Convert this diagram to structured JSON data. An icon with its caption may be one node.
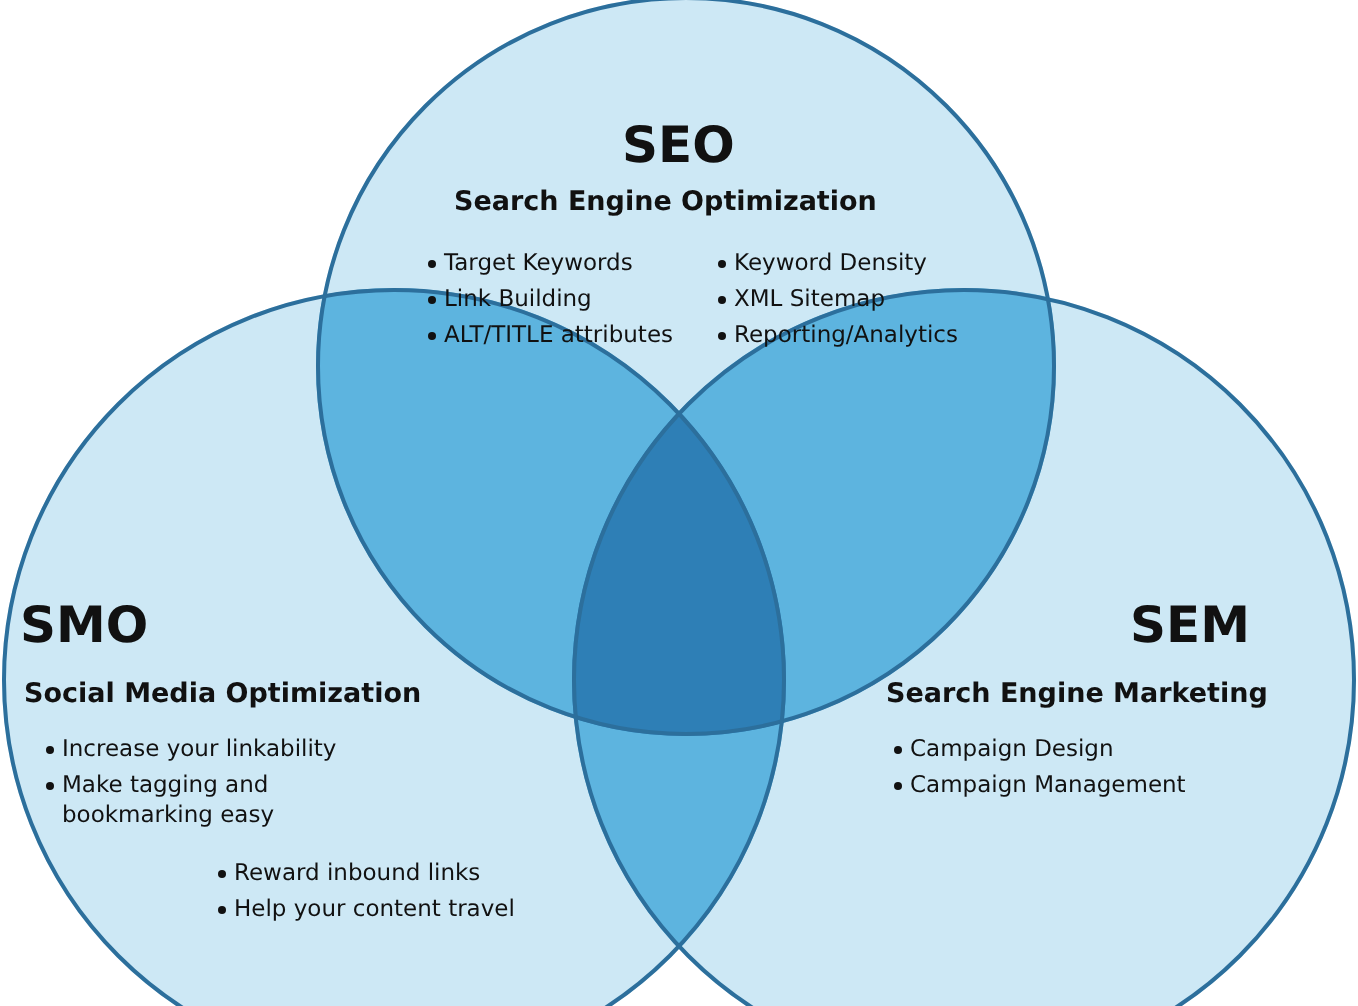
{
  "diagram": {
    "nodes": [
      {
        "text": [
          "SEO",
          "Search Engine Optimization",
          "Target Keywords",
          "Link Building",
          "ALT/TITLE attributes",
          "Keyword Density",
          "XML Sitemap",
          "Reporting/Analytics"
        ]
      },
      {
        "text": [
          "SMO",
          "Social Media Optimization",
          "Increase your linkability",
          "Make tagging and bookmarking easy",
          "Reward inbound links",
          "Help your content travel"
        ]
      },
      {
        "text": [
          "SEM",
          "Search Engine Marketing",
          "Campaign Design",
          "Campaign Management"
        ]
      }
    ]
  }
}
